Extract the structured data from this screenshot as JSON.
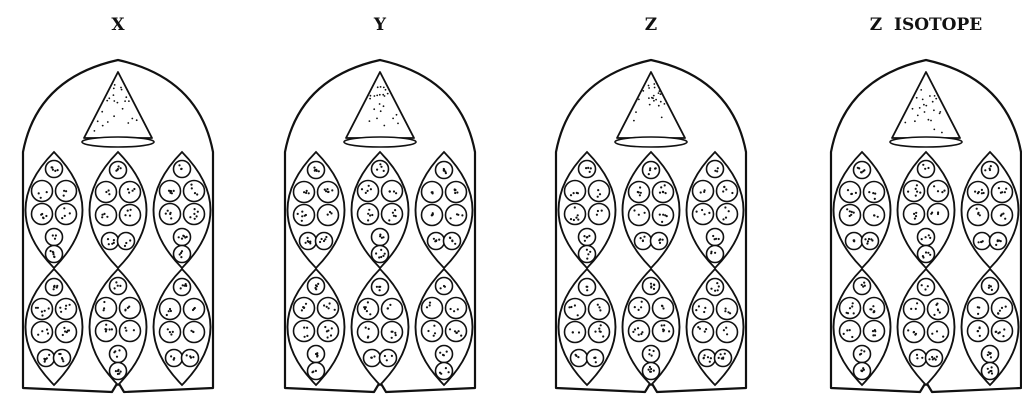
{
  "panels": [
    {
      "label": "X",
      "stipple_seed": 11
    },
    {
      "label": "Y",
      "stipple_seed": 23
    },
    {
      "label": "Z",
      "stipple_seed": 37
    },
    {
      "label": "Z  ISOTOPE",
      "stipple_seed": 51
    }
  ],
  "colors": {
    "ink": "#111111",
    "paper": "#ffffff"
  }
}
